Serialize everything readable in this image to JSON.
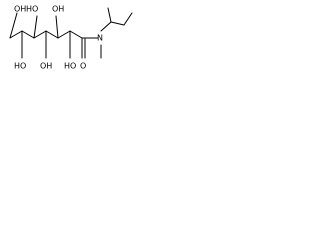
{
  "structure": {
    "atoms": {
      "oh_c1": "OH",
      "oh_c2": "HO",
      "oh_c3": "OH",
      "oh_c4": "HO",
      "oh_c5": "OH",
      "oh_c6": "HO",
      "carbonyl_o": "O",
      "amide_n": "N"
    }
  }
}
